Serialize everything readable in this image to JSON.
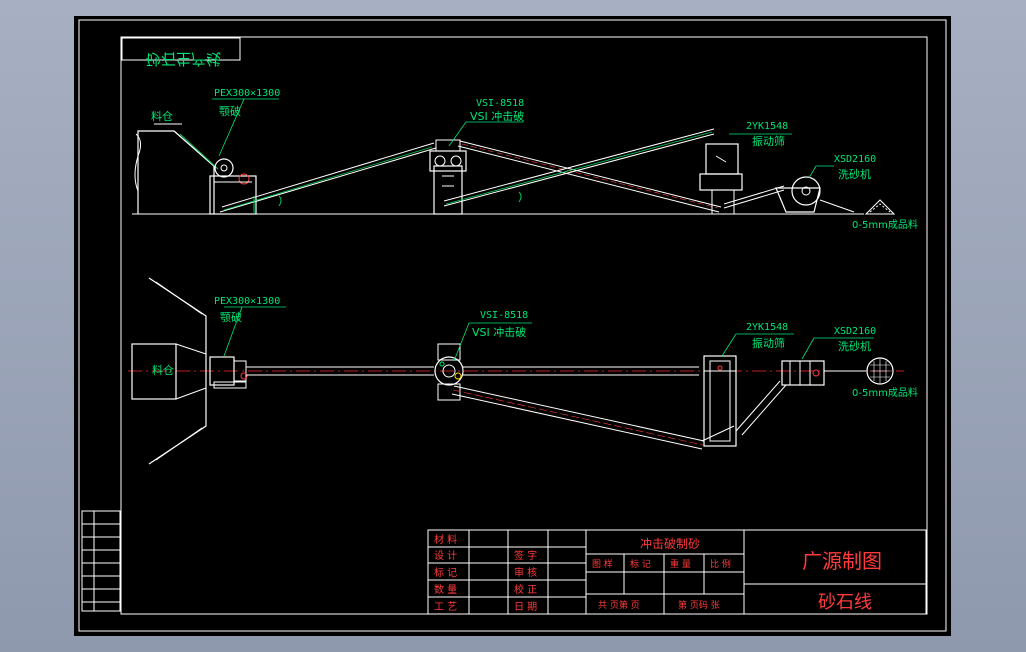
{
  "drawing": {
    "corner_title": "砂石生产线",
    "elevation_view": {
      "bin_label": "料仓",
      "jaw_model": "PEX300×1300",
      "jaw_name": "颚破",
      "vsi_model": "VSI-8518",
      "vsi_name": "VSI 冲击破",
      "screen_model": "2YK1548",
      "screen_name": "振动筛",
      "washer_model": "XSD2160",
      "washer_name": "洗砂机",
      "product_label": "0-5mm成品料"
    },
    "plan_view": {
      "bin_label": "料仓",
      "jaw_model": "PEX300×1300",
      "jaw_name": "颚破",
      "vsi_model": "VSI-8518",
      "vsi_name": "VSI 冲击破",
      "screen_model": "2YK1548",
      "screen_name": "振动筛",
      "washer_model": "XSD2160",
      "washer_name": "洗砂机",
      "product_label": "0-5mm成品料"
    }
  },
  "title_block": {
    "left_labels": [
      "材 料",
      "设 计",
      "标 记",
      "数 量",
      "工 艺"
    ],
    "mid_labels": [
      "签 字",
      "审 核",
      "校 正",
      "日 期"
    ],
    "drawing_name": "冲击破制砂",
    "header_cells": [
      "图 样",
      "标 记",
      "重 量",
      "比 例"
    ],
    "sheet_info": [
      "共  页第  页",
      "第  页码  张"
    ],
    "company": "广源制图",
    "subtitle": "砂石线"
  },
  "colors": {
    "frame": "#ffffff",
    "label_green": "#00e676",
    "conveyor_green": "#00c853",
    "centerline_red": "#ff2a2a",
    "machine_white": "#ffffff"
  }
}
